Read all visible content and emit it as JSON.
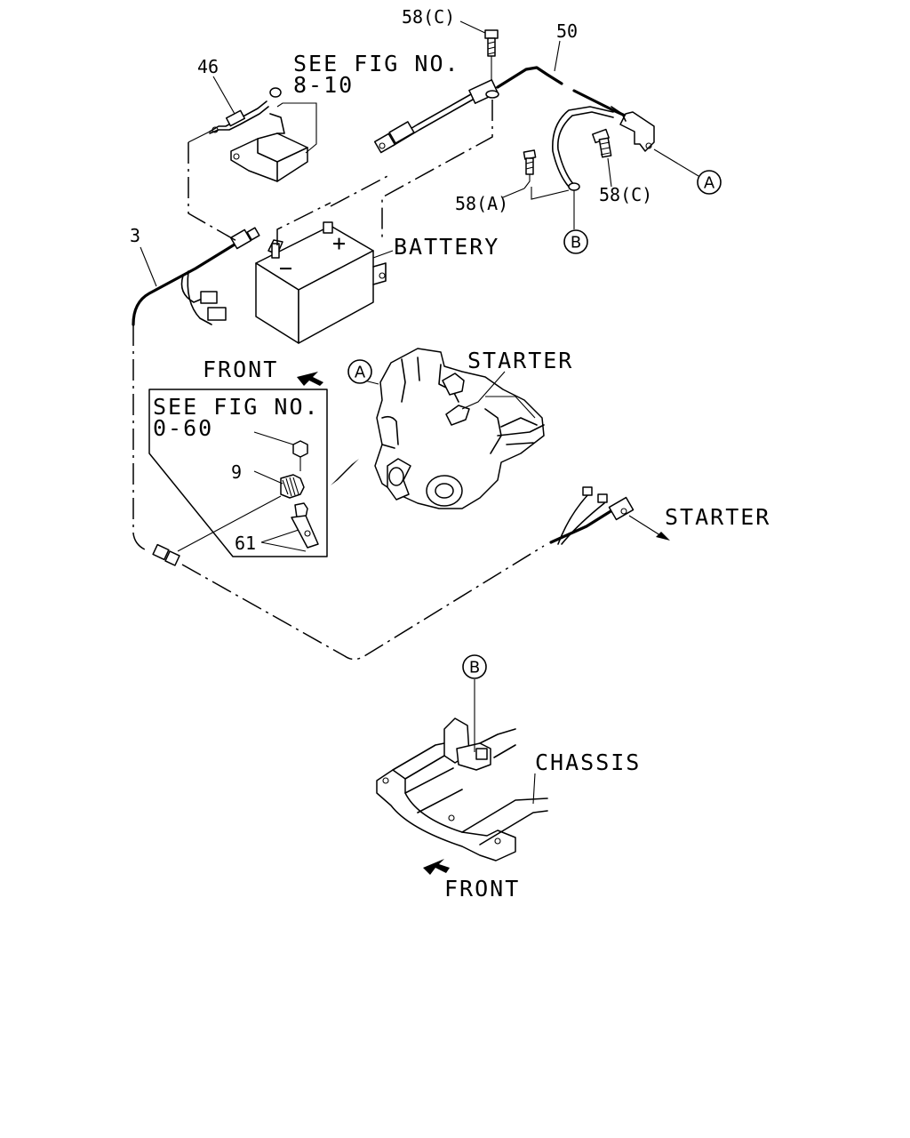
{
  "labels": {
    "part_58c_top": "58(C)",
    "part_50": "50",
    "part_46": "46",
    "see_fig_a_line1": "SEE FIG NO.",
    "see_fig_a_line2": "8-10",
    "part_3": "3",
    "battery": "BATTERY",
    "battery_plus": "+",
    "battery_minus": "−",
    "part_58a": "58(A)",
    "part_58c_right": "58(C)",
    "ref_a": "A",
    "ref_b": "B",
    "front_top": "FRONT",
    "starter_engine": "STARTER",
    "see_fig_b_line1": "SEE FIG NO.",
    "see_fig_b_line2": "0-60",
    "part_9": "9",
    "part_61": "61",
    "starter_right": "STARTER",
    "chassis": "CHASSIS",
    "front_bottom": "FRONT"
  }
}
